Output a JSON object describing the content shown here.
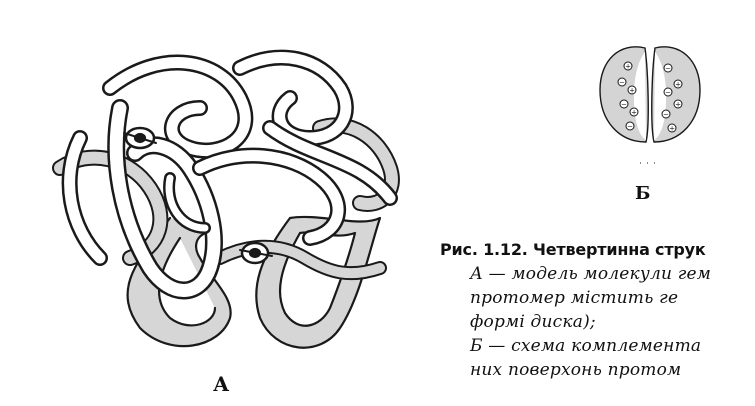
{
  "figure": {
    "label_a": "А",
    "label_b": "Б"
  },
  "caption": {
    "title": "Рис. 1.12. Четвертинна струк",
    "lines": [
      "А — модель молекули гем",
      "протомер містить ге",
      "формі диска);",
      "Б — схема комплемента",
      "них поверхонь протом"
    ]
  },
  "charges": [
    "+",
    "−",
    "+",
    "−",
    "+",
    "−",
    "+",
    "−"
  ]
}
